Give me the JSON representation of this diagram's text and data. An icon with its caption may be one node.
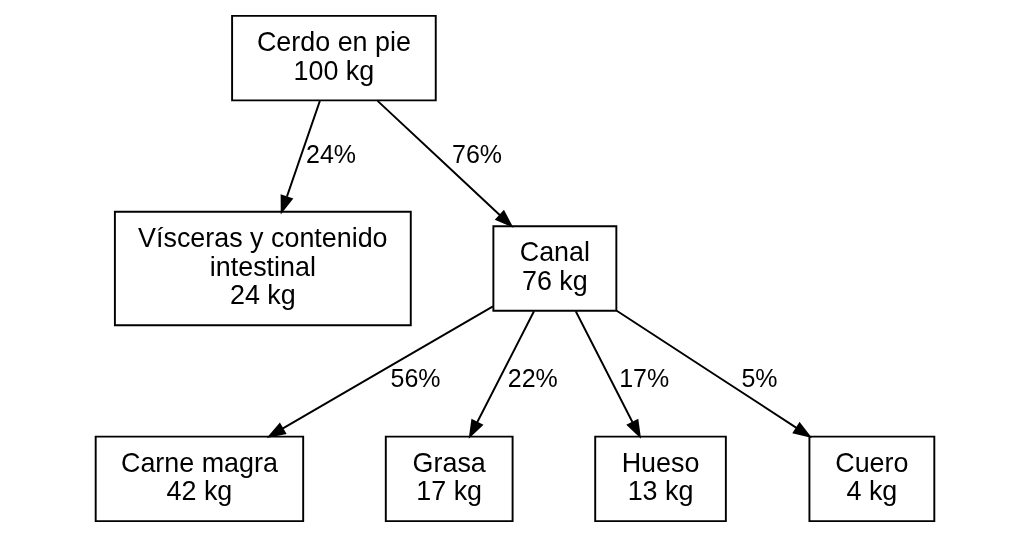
{
  "diagram": {
    "nodes": [
      {
        "text": [
          "Cerdo en pie",
          "100 kg"
        ]
      },
      {
        "text": [
          "Vísceras y contenido intestinal",
          "24 kg"
        ]
      },
      {
        "text": [
          "Canal",
          "76 kg"
        ]
      },
      {
        "text": [
          "Carne magra",
          "42 kg"
        ]
      },
      {
        "text": [
          "Grasa",
          "17 kg"
        ]
      },
      {
        "text": [
          "Hueso",
          "13 kg"
        ]
      },
      {
        "text": [
          "Cuero",
          "4 kg"
        ]
      }
    ],
    "edges": [
      {
        "from": 0,
        "to": 1,
        "arrow": "to",
        "label": "24%"
      },
      {
        "from": 0,
        "to": 2,
        "arrow": "to",
        "label": "76%"
      },
      {
        "from": 2,
        "to": 3,
        "arrow": "to",
        "label": "56%"
      },
      {
        "from": 2,
        "to": 4,
        "arrow": "to",
        "label": "22%"
      },
      {
        "from": 2,
        "to": 5,
        "arrow": "to",
        "label": "17%"
      },
      {
        "from": 2,
        "to": 6,
        "arrow": "to",
        "label": "5%"
      }
    ]
  }
}
